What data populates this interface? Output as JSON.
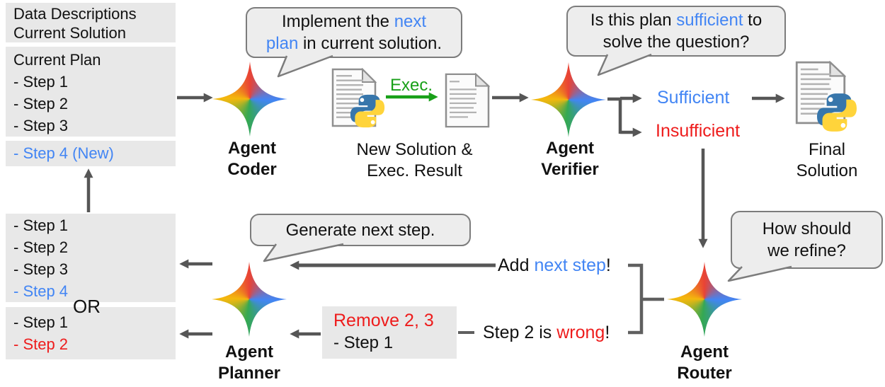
{
  "figure": {
    "description": "multi-agent data science workflow diagram"
  },
  "colors": {
    "blue": "#4285f4",
    "red": "#ee1c1c",
    "green": "#18a018",
    "box_gray": "#e8e8e8",
    "bubble_fill": "#ededed",
    "bubble_border": "#7c7c7c",
    "arrow_gray": "#565656"
  },
  "boxes": {
    "data_desc": {
      "line1": "Data Descriptions",
      "line2": "Current Solution"
    },
    "current_plan": {
      "title": "Current Plan",
      "step1": "- Step 1",
      "step2": "- Step 2",
      "step3": "- Step 3"
    },
    "new_step": {
      "label": "- Step 4 (New)"
    },
    "plan_a": {
      "step1": "- Step 1",
      "step2": "- Step 2",
      "step3": "- Step 3",
      "step4": "- Step 4"
    },
    "or_label": "OR",
    "plan_b": {
      "step1": "- Step 1",
      "step2": "- Step 2"
    },
    "remove": {
      "line1": "Remove 2, 3",
      "line2": "- Step 1"
    }
  },
  "agents": {
    "coder": {
      "line1": "Agent",
      "line2": "Coder"
    },
    "verifier": {
      "line1": "Agent",
      "line2": "Verifier"
    },
    "planner": {
      "line1": "Agent",
      "line2": "Planner"
    },
    "router": {
      "line1": "Agent",
      "line2": "Router"
    }
  },
  "bubbles": {
    "implement": {
      "l1a": "Implement the ",
      "l1b": "next",
      "l2a": "plan",
      "l2b": " in current solution."
    },
    "sufficient_q": {
      "l1a": "Is this plan ",
      "l1b": "sufficient",
      "l1c": " to",
      "l2": "solve the question?"
    },
    "generate": {
      "text": "Generate next step."
    },
    "refine": {
      "l1": "How should",
      "l2": "we refine?"
    }
  },
  "labels": {
    "exec": "Exec.",
    "new_solution_line1": "New Solution &",
    "new_solution_line2": "Exec. Result",
    "sufficient": "Sufficient",
    "insufficient": "Insufficient",
    "final_line1": "Final",
    "final_line2": "Solution",
    "add_a": "Add ",
    "add_b": "next step",
    "add_c": "!",
    "wrong_a": "Step 2 is ",
    "wrong_b": "wrong",
    "wrong_c": "!"
  },
  "icons": {
    "agent_star": "gemini-star-icon",
    "python_file": "python-file-icon",
    "document": "document-icon"
  }
}
